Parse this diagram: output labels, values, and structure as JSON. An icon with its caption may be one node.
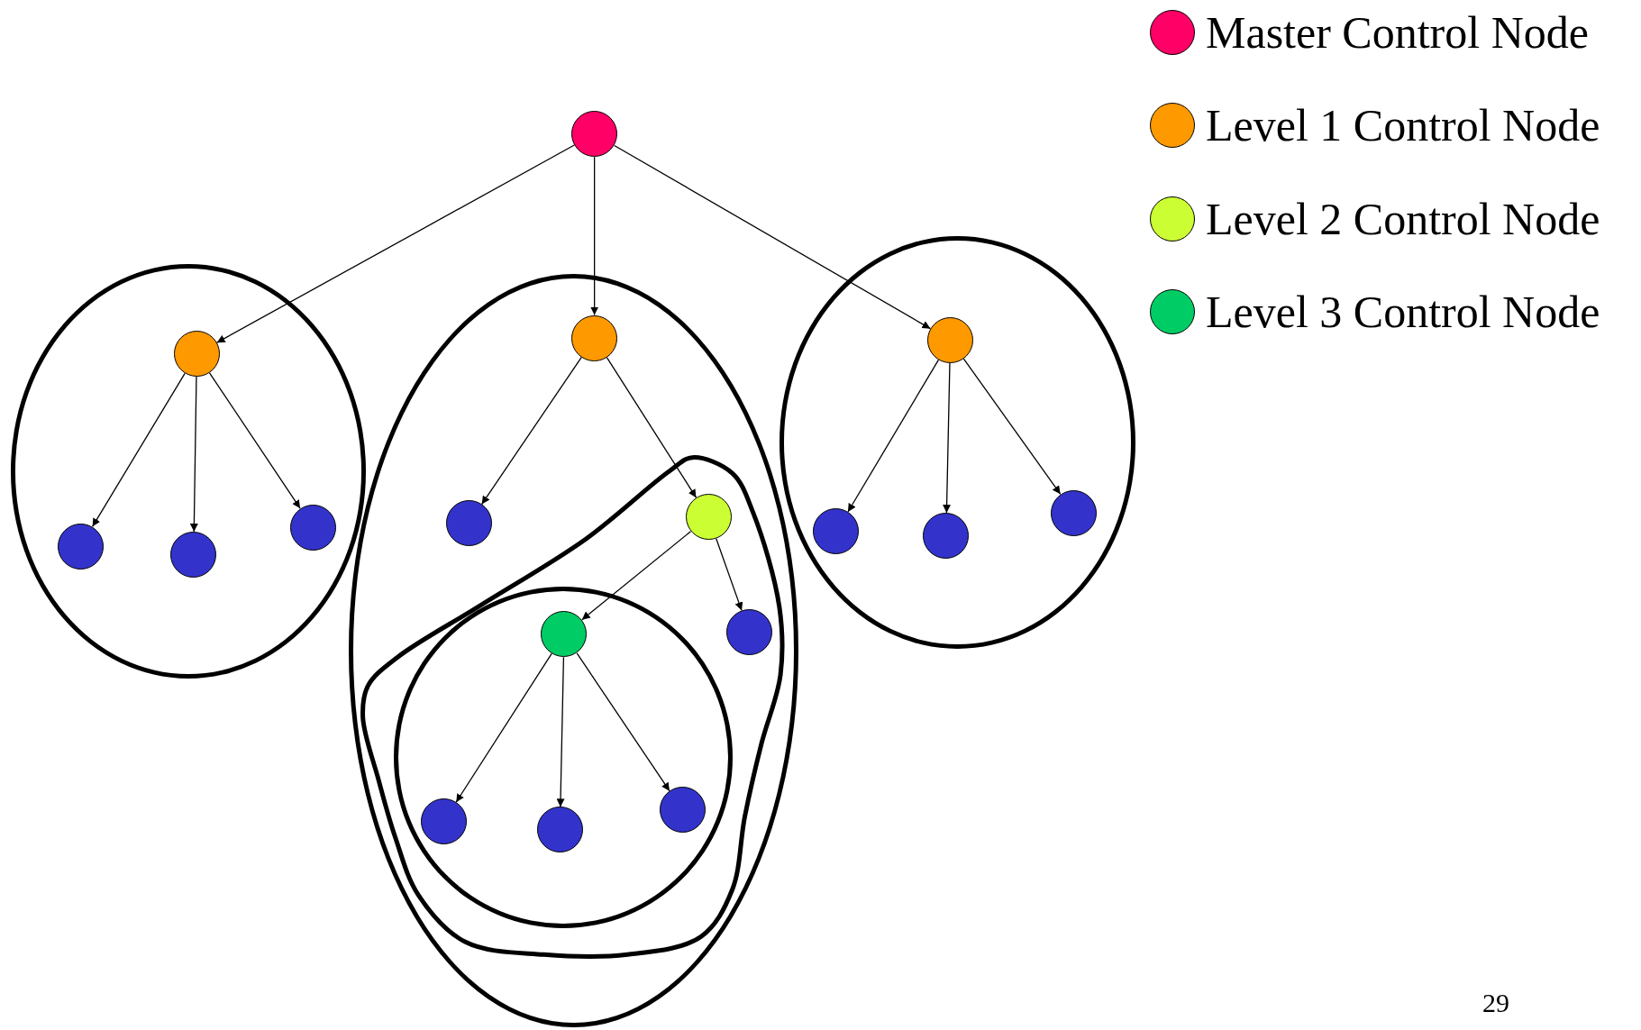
{
  "diagram": {
    "nodes": [
      {
        "text": [],
        "shape": "circle"
      },
      {
        "text": [],
        "shape": "ellipse"
      },
      {
        "text": [],
        "shape": "circle",
        "in": 1
      },
      {
        "text": [],
        "shape": "circle",
        "in": 1
      },
      {
        "text": [],
        "shape": "circle",
        "in": 1
      },
      {
        "text": [],
        "shape": "circle",
        "in": 1
      },
      {
        "text": [],
        "shape": "ellipse"
      },
      {
        "text": [],
        "shape": "circle",
        "in": 6
      },
      {
        "text": [],
        "shape": "circle",
        "in": 6
      },
      {
        "text": [],
        "shape": "blob",
        "in": 6
      },
      {
        "text": [],
        "shape": "circle",
        "in": 9
      },
      {
        "text": [],
        "shape": "circle",
        "in": 9
      },
      {
        "text": [],
        "shape": "ellipse",
        "in": 9
      },
      {
        "text": [],
        "shape": "circle",
        "in": 12
      },
      {
        "text": [],
        "shape": "circle",
        "in": 12
      },
      {
        "text": [],
        "shape": "circle",
        "in": 12
      },
      {
        "text": [],
        "shape": "circle",
        "in": 12
      },
      {
        "text": [],
        "shape": "ellipse"
      },
      {
        "text": [],
        "shape": "circle",
        "in": 17
      },
      {
        "text": [],
        "shape": "circle",
        "in": 17
      },
      {
        "text": [],
        "shape": "circle",
        "in": 17
      },
      {
        "text": [],
        "shape": "circle",
        "in": 17
      }
    ],
    "edges": [
      {
        "from": 0,
        "to": 2,
        "arrow": "to"
      },
      {
        "from": 0,
        "to": 7,
        "arrow": "to"
      },
      {
        "from": 0,
        "to": 18,
        "arrow": "to"
      },
      {
        "from": 2,
        "to": 3,
        "arrow": "to"
      },
      {
        "from": 2,
        "to": 4,
        "arrow": "to"
      },
      {
        "from": 2,
        "to": 5,
        "arrow": "to"
      },
      {
        "from": 7,
        "to": 8,
        "arrow": "to"
      },
      {
        "from": 7,
        "to": 10,
        "arrow": "to"
      },
      {
        "from": 10,
        "to": 13,
        "arrow": "to"
      },
      {
        "from": 10,
        "to": 11,
        "arrow": "to"
      },
      {
        "from": 13,
        "to": 14,
        "arrow": "to"
      },
      {
        "from": 13,
        "to": 15,
        "arrow": "to"
      },
      {
        "from": 13,
        "to": 16,
        "arrow": "to"
      },
      {
        "from": 18,
        "to": 19,
        "arrow": "to"
      },
      {
        "from": 18,
        "to": 20,
        "arrow": "to"
      },
      {
        "from": 18,
        "to": 21,
        "arrow": "to"
      }
    ],
    "labels": [
      "29"
    ],
    "legend": [
      {
        "text": "Master Control Node",
        "color": "#ff0066"
      },
      {
        "text": "Level 1 Control Node",
        "color": "#ff9900"
      },
      {
        "text": "Level 2 Control Node",
        "color": "#ccff33"
      },
      {
        "text": "Level 3 Control Node",
        "color": "#00cc66"
      }
    ]
  }
}
